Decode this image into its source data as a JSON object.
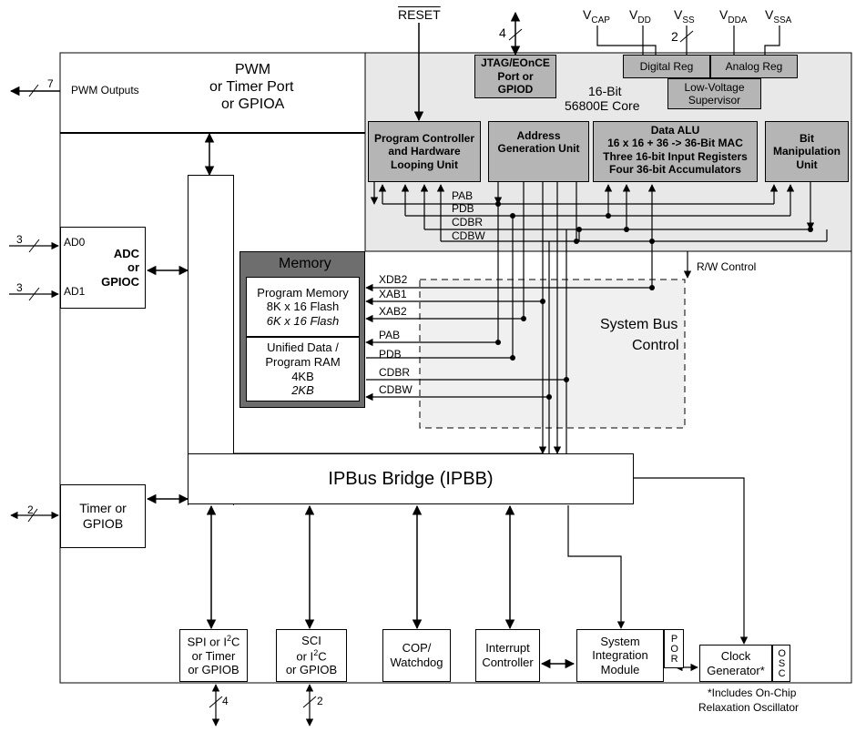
{
  "pins": {
    "reset": "RESET",
    "vcap": "V",
    "vcap_sub": "CAP",
    "vdd": "V",
    "vdd_sub": "DD",
    "vss": "V",
    "vss_sub": "SS",
    "vdda": "V",
    "vdda_sub": "DDA",
    "vssa": "V",
    "vssa_sub": "SSA",
    "jtag_count": "4",
    "vss_count": "2",
    "pwm_count": "7",
    "ad0_count": "3",
    "ad1_count": "3",
    "timerb_count": "2",
    "spi_count": "4",
    "sci_count": "2"
  },
  "core": {
    "title_line1": "16-Bit",
    "title_line2": "56800E Core",
    "jtag": [
      "JTAG/EOnCE",
      "Port or",
      "GPIOD"
    ],
    "digital_reg": "Digital Reg",
    "analog_reg": "Analog Reg",
    "lvs": [
      "Low-Voltage",
      "Supervisor"
    ],
    "pcu": [
      "Program Controller",
      "and Hardware",
      "Looping Unit"
    ],
    "agu": [
      "Address",
      "Generation Unit"
    ],
    "alu": [
      "Data ALU",
      "16 x 16 + 36 -> 36-Bit MAC",
      "Three 16-bit Input Registers",
      "Four 36-bit Accumulators"
    ],
    "bmu": [
      "Bit",
      "Manipulation",
      "Unit"
    ],
    "bus_labels": [
      "PAB",
      "PDB",
      "CDBR",
      "CDBW"
    ]
  },
  "pwm": {
    "lines": [
      "PWM",
      "or Timer Port",
      "or GPIOA"
    ],
    "outputs": "PWM Outputs"
  },
  "adc": {
    "lines": [
      "ADC",
      "or",
      "GPIOC"
    ],
    "ad0": "AD0",
    "ad1": "AD1"
  },
  "memory": {
    "title": "Memory",
    "prog": [
      "Program Memory",
      "8K x 16 Flash",
      "6K x 16 Flash"
    ],
    "ram": [
      "Unified Data /",
      "Program RAM",
      "4KB",
      "2KB"
    ],
    "bus_labels": [
      "XDB2",
      "XAB1",
      "XAB2",
      "PAB",
      "PDB",
      "CDBR",
      "CDBW"
    ]
  },
  "rw_control": "R/W Control",
  "system_bus": [
    "System Bus",
    "Control"
  ],
  "ipbus": "IPBus Bridge (IPBB)",
  "timerb": [
    "Timer or",
    "GPIOB"
  ],
  "peripherals": {
    "spi": [
      "SPI or I",
      "2",
      "C",
      "or Timer",
      "or GPIOB"
    ],
    "sci": [
      "SCI",
      "or I",
      "2",
      "C",
      "or GPIOB"
    ],
    "cop": [
      "COP/",
      "Watchdog"
    ],
    "int": [
      "Interrupt",
      "Controller"
    ],
    "sim": [
      "System",
      "Integration",
      "Module"
    ],
    "por": "POR",
    "clock": [
      "Clock",
      "Generator*"
    ],
    "osc": "OSC"
  },
  "footnote": [
    "*Includes On-Chip",
    "Relaxation Oscillator"
  ]
}
